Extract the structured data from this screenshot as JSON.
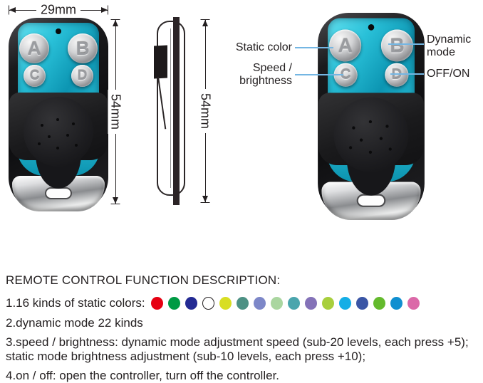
{
  "colors": {
    "callout_line": "#74b6e3",
    "text": "#231f20",
    "panel_teal_light": "#63e2f1",
    "panel_teal_dark": "#0c95b2"
  },
  "diagram": {
    "dimensions": {
      "width_label": "29mm",
      "front_height_label": "54mm",
      "side_height_label": "54mm"
    },
    "remote_buttons": [
      "A",
      "B",
      "C",
      "D"
    ],
    "annotations": {
      "static_color": "Static color",
      "dynamic_mode": "Dynamic mode",
      "speed_brightness": "Speed / brightness",
      "off_on": "OFF/ON"
    }
  },
  "description": {
    "title": "REMOTE CONTROL FUNCTION DESCRIPTION:",
    "items": [
      {
        "label": "1.16 kinds of static colors:"
      },
      {
        "label": "2.dynamic mode 22 kinds"
      },
      {
        "label": "3.speed / brightness: dynamic mode adjustment speed (sub-20 levels, each press +5); static mode brightness adjustment (sub-10 levels, each press +10);"
      },
      {
        "label": "4.on / off: open the controller, turn off the controller."
      }
    ],
    "static_colors": [
      "#e60012",
      "#009a44",
      "#232a93",
      "#ffffff",
      "#d8de23",
      "#4d9184",
      "#7d87c8",
      "#aad6a0",
      "#4aa5ad",
      "#8472b8",
      "#a8cf3d",
      "#14aee6",
      "#3a55a5",
      "#64ba2d",
      "#108fd0",
      "#db69a8"
    ]
  }
}
